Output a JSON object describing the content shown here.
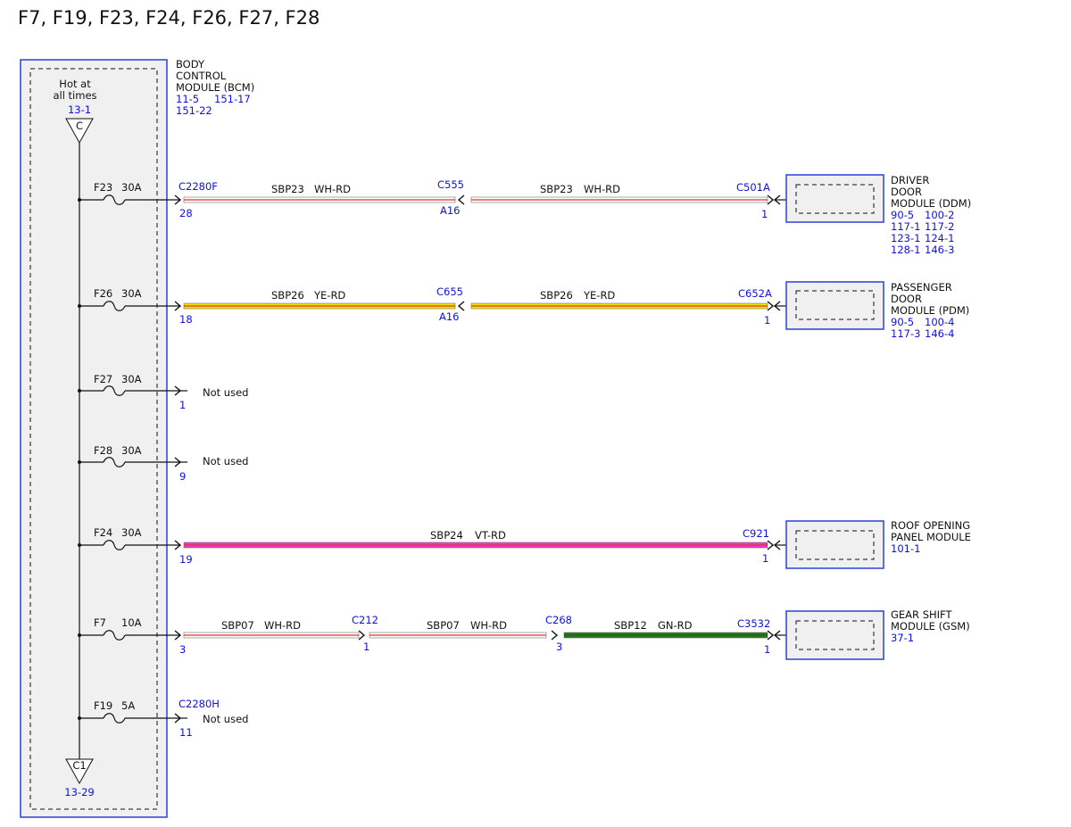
{
  "title": "F7, F19, F23, F24, F26, F27, F28",
  "bcm": {
    "name_lines": [
      "BODY",
      "CONTROL",
      "MODULE (BCM)"
    ],
    "refs_row1": [
      "11-5",
      "151-17"
    ],
    "refs_row2": "151-22",
    "hot_lines": [
      "Hot at",
      "all times"
    ],
    "top_ref": "13-1",
    "top_symbol": "C",
    "bottom_symbol": "C1",
    "bottom_ref": "13-29"
  },
  "fuses": [
    {
      "name": "F23",
      "rating": "30A",
      "pin": "28",
      "connector": "C2280F"
    },
    {
      "name": "F26",
      "rating": "30A",
      "pin": "18"
    },
    {
      "name": "F27",
      "rating": "30A",
      "pin": "1",
      "note": "Not used"
    },
    {
      "name": "F28",
      "rating": "30A",
      "pin": "9",
      "note": "Not used"
    },
    {
      "name": "F24",
      "rating": "30A",
      "pin": "19"
    },
    {
      "name": "F7",
      "rating": "10A",
      "pin": "3"
    },
    {
      "name": "F19",
      "rating": "5A",
      "pin": "11",
      "connector": "C2280H",
      "note": "Not used"
    }
  ],
  "circuits": [
    {
      "circuit": "SBP23",
      "color": "WH-RD",
      "wire_color": "#ffffff",
      "stripe_color": "#e03030",
      "inline": {
        "connector": "C555",
        "pin": "A16"
      },
      "end": {
        "connector": "C501A",
        "pin": "1"
      }
    },
    {
      "circuit": "SBP26",
      "color": "YE-RD",
      "wire_color": "#f2e600",
      "stripe_color": "#e03030",
      "inline": {
        "connector": "C655",
        "pin": "A16"
      },
      "end": {
        "connector": "C652A",
        "pin": "1"
      }
    },
    {
      "circuit": "SBP24",
      "color": "VT-RD",
      "wire_color": "#ee3fc8",
      "stripe_color": "#e03030",
      "end": {
        "connector": "C921",
        "pin": "1"
      }
    },
    {
      "segments": [
        {
          "circuit": "SBP07",
          "color": "WH-RD",
          "wire_color": "#ffffff",
          "stripe_color": "#e03030"
        },
        {
          "circuit": "SBP07",
          "color": "WH-RD",
          "wire_color": "#ffffff",
          "stripe_color": "#e03030"
        },
        {
          "circuit": "SBP12",
          "color": "GN-RD",
          "wire_color": "#2b7a1f",
          "stripe_color": "#1f5a17"
        }
      ],
      "inline1": {
        "connector": "C212",
        "pin": "1"
      },
      "inline2": {
        "connector": "C268",
        "pin": "3"
      },
      "end": {
        "connector": "C3532",
        "pin": "1"
      }
    }
  ],
  "modules": [
    {
      "name_lines": [
        "DRIVER",
        "DOOR",
        "MODULE (DDM)"
      ],
      "refs": [
        [
          "90-5",
          "100-2"
        ],
        [
          "117-1",
          "117-2"
        ],
        [
          "123-1",
          "124-1"
        ],
        [
          "128-1",
          "146-3"
        ]
      ]
    },
    {
      "name_lines": [
        "PASSENGER",
        "DOOR",
        "MODULE (PDM)"
      ],
      "refs": [
        [
          "90-5",
          "100-4"
        ],
        [
          "117-3",
          "146-4"
        ]
      ]
    },
    {
      "name_lines": [
        "ROOF OPENING",
        "PANEL MODULE"
      ],
      "refs": [
        [
          "101-1"
        ]
      ]
    },
    {
      "name_lines": [
        "GEAR SHIFT",
        "MODULE (GSM)"
      ],
      "refs": [
        [
          "37-1"
        ]
      ]
    }
  ],
  "colors": {
    "blue_text": "#1010e0",
    "module_border": "#2b40d8",
    "module_fill": "#f0f0f0"
  }
}
